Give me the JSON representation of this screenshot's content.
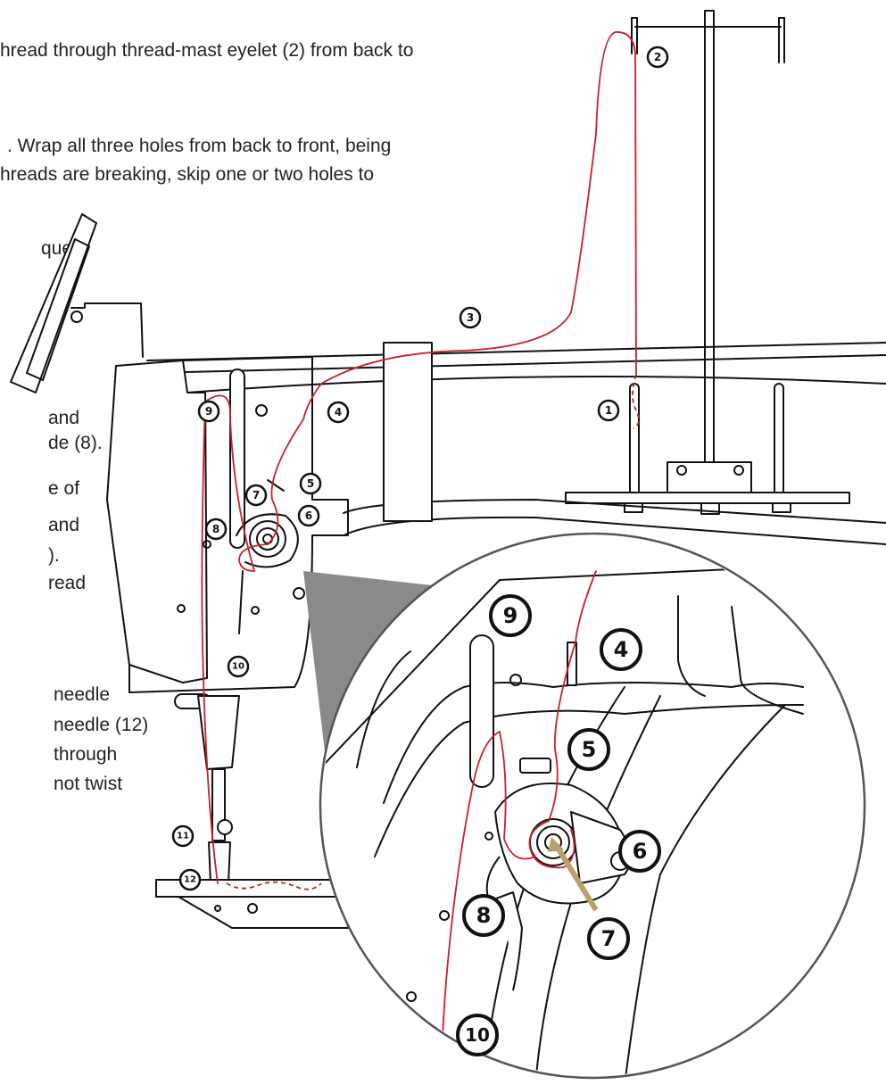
{
  "instructions": {
    "line1": "hread through thread-mast eyelet (2) from back to",
    "line2": ". Wrap all three holes from back to front, being",
    "line3": "hreads are breaking, skip one or two holes to",
    "line4": "que",
    "line5": "and",
    "line6": "de (8).",
    "line7": "e of",
    "line8": "and",
    "line9": ").",
    "line10": "read",
    "line11": "needle",
    "line12": "needle (12)",
    "line13": "through",
    "line14": "not twist"
  },
  "markers": {
    "m1": "1",
    "m2": "2",
    "m3": "3",
    "m4": "4",
    "m5": "5",
    "m6": "6",
    "m7": "7",
    "m8": "8",
    "m9": "9",
    "m10": "10",
    "m11": "11",
    "m12": "12"
  },
  "detail_markers": {
    "d4": "4",
    "d5": "5",
    "d6": "6",
    "d7": "7",
    "d8": "8",
    "d9": "9",
    "d10": "10"
  },
  "colors": {
    "thread": "#c8202a",
    "machine_line": "#111111",
    "callout_wedge": "#8a8a8a",
    "pointer_arrow": "#b8a06a"
  }
}
